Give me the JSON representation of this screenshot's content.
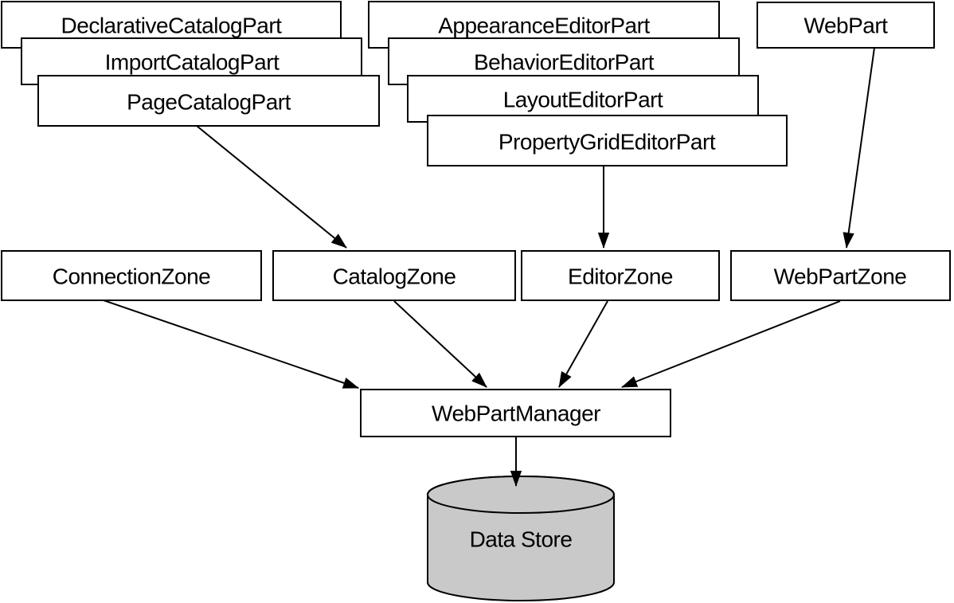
{
  "diagram": {
    "description": "Web Parts architecture diagram",
    "colors": {
      "background": "#ffffff",
      "node_fill": "#ffffff",
      "stroke": "#000000",
      "datastore_fill": "#c9c9c9"
    },
    "nodes": {
      "declarativeCatalogPart": "DeclarativeCatalogPart",
      "importCatalogPart": "ImportCatalogPart",
      "pageCatalogPart": "PageCatalogPart",
      "appearanceEditorPart": "AppearanceEditorPart",
      "behaviorEditorPart": "BehaviorEditorPart",
      "layoutEditorPart": "LayoutEditorPart",
      "propertyGridEditorPart": "PropertyGridEditorPart",
      "webPart": "WebPart",
      "connectionZone": "ConnectionZone",
      "catalogZone": "CatalogZone",
      "editorZone": "EditorZone",
      "webPartZone": "WebPartZone",
      "webPartManager": "WebPartManager",
      "dataStore": "Data Store"
    },
    "edges": [
      {
        "from": "PageCatalogPart",
        "to": "CatalogZone"
      },
      {
        "from": "PropertyGridEditorPart",
        "to": "EditorZone"
      },
      {
        "from": "WebPart",
        "to": "WebPartZone"
      },
      {
        "from": "ConnectionZone",
        "to": "WebPartManager"
      },
      {
        "from": "CatalogZone",
        "to": "WebPartManager"
      },
      {
        "from": "EditorZone",
        "to": "WebPartManager"
      },
      {
        "from": "WebPartZone",
        "to": "WebPartManager"
      },
      {
        "from": "WebPartManager",
        "to": "Data Store"
      }
    ]
  }
}
